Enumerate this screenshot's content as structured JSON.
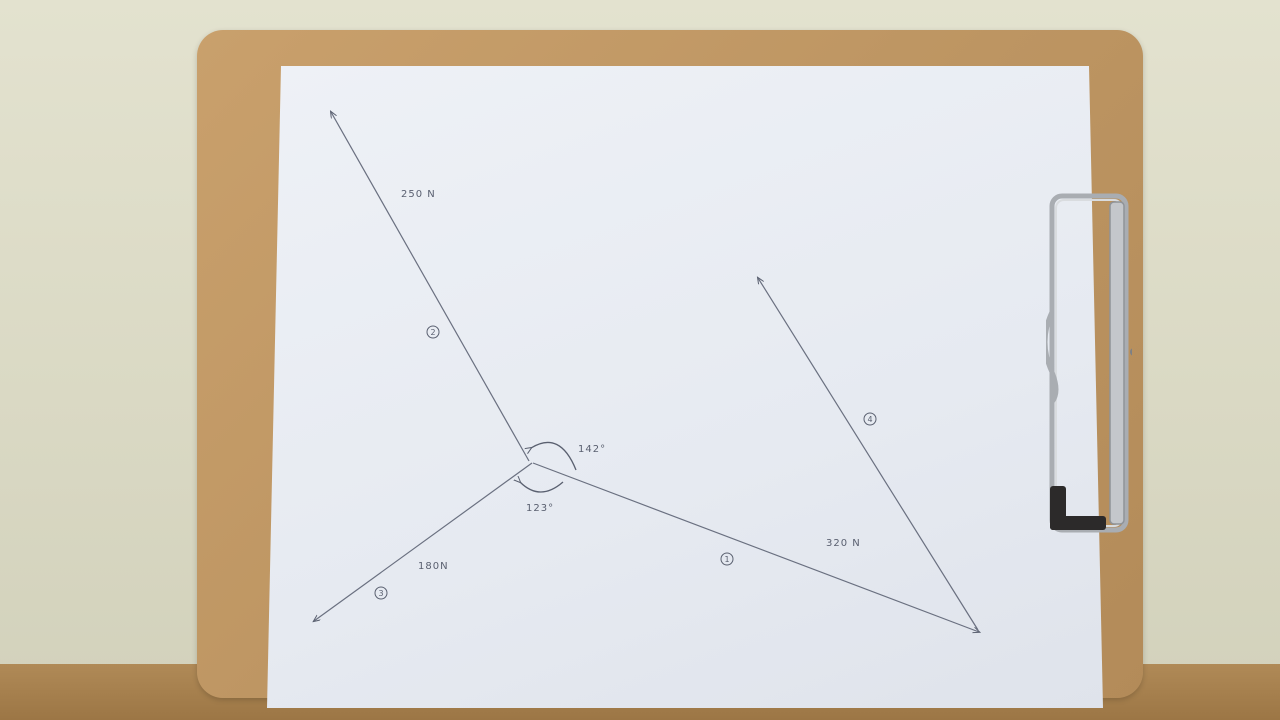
{
  "labels": {
    "force_upper_left": "250 N",
    "force_lower_left": "180N",
    "force_right": "320 N",
    "angle_upper": "142°",
    "angle_lower": "123°"
  },
  "vector_numbers": {
    "upper_left": "2",
    "lower_left": "3",
    "right": "1",
    "resultant": "4"
  },
  "colors": {
    "pencil": "#5a6070",
    "paper": "#e8ecf2",
    "clipboard": "#c09866",
    "clip_metal": "#b9bcc0",
    "wall": "#dedcc8"
  }
}
